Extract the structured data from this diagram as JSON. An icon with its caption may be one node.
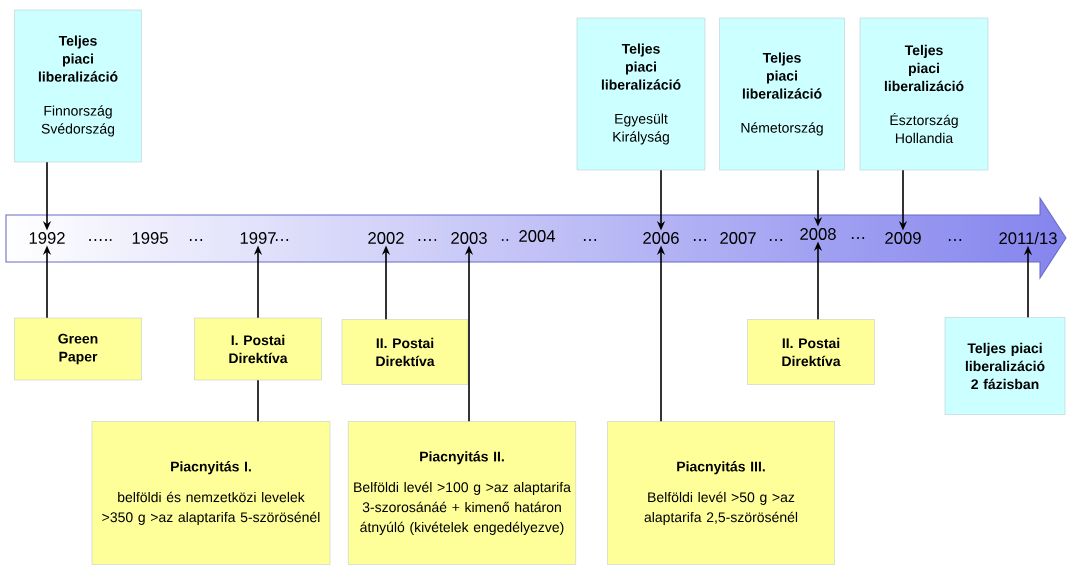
{
  "diagram": {
    "nodes": [
      {
        "text": [
          "Teljes piaci liberalizáció",
          "Finnország Svédország"
        ]
      },
      {
        "text": [
          "Teljes piaci liberalizáció",
          "Egyesült Királyság"
        ]
      },
      {
        "text": [
          "Teljes piaci liberalizáció",
          "Németország"
        ]
      },
      {
        "text": [
          "Teljes piaci liberalizáció",
          "Észtország Hollandia"
        ]
      },
      {
        "text": [],
        "shape": "arrow"
      },
      {
        "text": [
          "1992"
        ],
        "in": 4
      },
      {
        "text": [
          "1995"
        ],
        "in": 4
      },
      {
        "text": [
          "1997"
        ],
        "in": 4
      },
      {
        "text": [
          "2002"
        ],
        "in": 4
      },
      {
        "text": [
          "2003"
        ],
        "in": 4
      },
      {
        "text": [
          "2004"
        ],
        "in": 4
      },
      {
        "text": [
          "2006"
        ],
        "in": 4
      },
      {
        "text": [
          "2007"
        ],
        "in": 4
      },
      {
        "text": [
          "2008"
        ],
        "in": 4
      },
      {
        "text": [
          "2009"
        ],
        "in": 4
      },
      {
        "text": [
          "2011/13"
        ],
        "in": 4
      },
      {
        "text": [
          "Green Paper"
        ]
      },
      {
        "text": [
          "I. Postai Direktíva"
        ]
      },
      {
        "text": [
          "II. Postai Direktíva"
        ]
      },
      {
        "text": [
          "II. Postai Direktíva"
        ]
      },
      {
        "text": [
          "Teljes piaci liberalizáció 2 fázisban"
        ]
      },
      {
        "text": [
          "Piacnyitás I.",
          "belföldi és nemzetközi levelek >350 g >az alaptarifa 5-szörösénél"
        ]
      },
      {
        "text": [
          "Piacnyitás II.",
          "Belföldi levél >100 g >az alaptarifa 3-szorosánáé + kimenő határon átnyúló (kivételek engedélyezve)"
        ]
      },
      {
        "text": [
          "Piacnyitás III.",
          "Belföldi levél >50 g >az alaptarifa 2,5-szörösénél"
        ]
      }
    ],
    "edges": [
      {
        "from": 0,
        "to": 5,
        "arrow": "to"
      },
      {
        "from": 1,
        "to": 11,
        "arrow": "to"
      },
      {
        "from": 2,
        "to": 13,
        "arrow": "to"
      },
      {
        "from": 3,
        "to": 14,
        "arrow": "to"
      },
      {
        "from": 16,
        "to": 5,
        "arrow": "to"
      },
      {
        "from": 17,
        "to": 7,
        "arrow": "to"
      },
      {
        "from": 18,
        "to": 8,
        "arrow": "to"
      },
      {
        "from": 19,
        "to": 13,
        "arrow": "to"
      },
      {
        "from": 20,
        "to": 15,
        "arrow": "to"
      },
      {
        "from": 21,
        "to": 17,
        "arrow": "none"
      },
      {
        "from": 22,
        "to": 9,
        "arrow": "to"
      },
      {
        "from": 23,
        "to": 11,
        "arrow": "to"
      }
    ],
    "labels": [
      "…..",
      "…",
      "…",
      "….",
      "..",
      "…",
      "…",
      "…",
      "…",
      "…"
    ]
  }
}
